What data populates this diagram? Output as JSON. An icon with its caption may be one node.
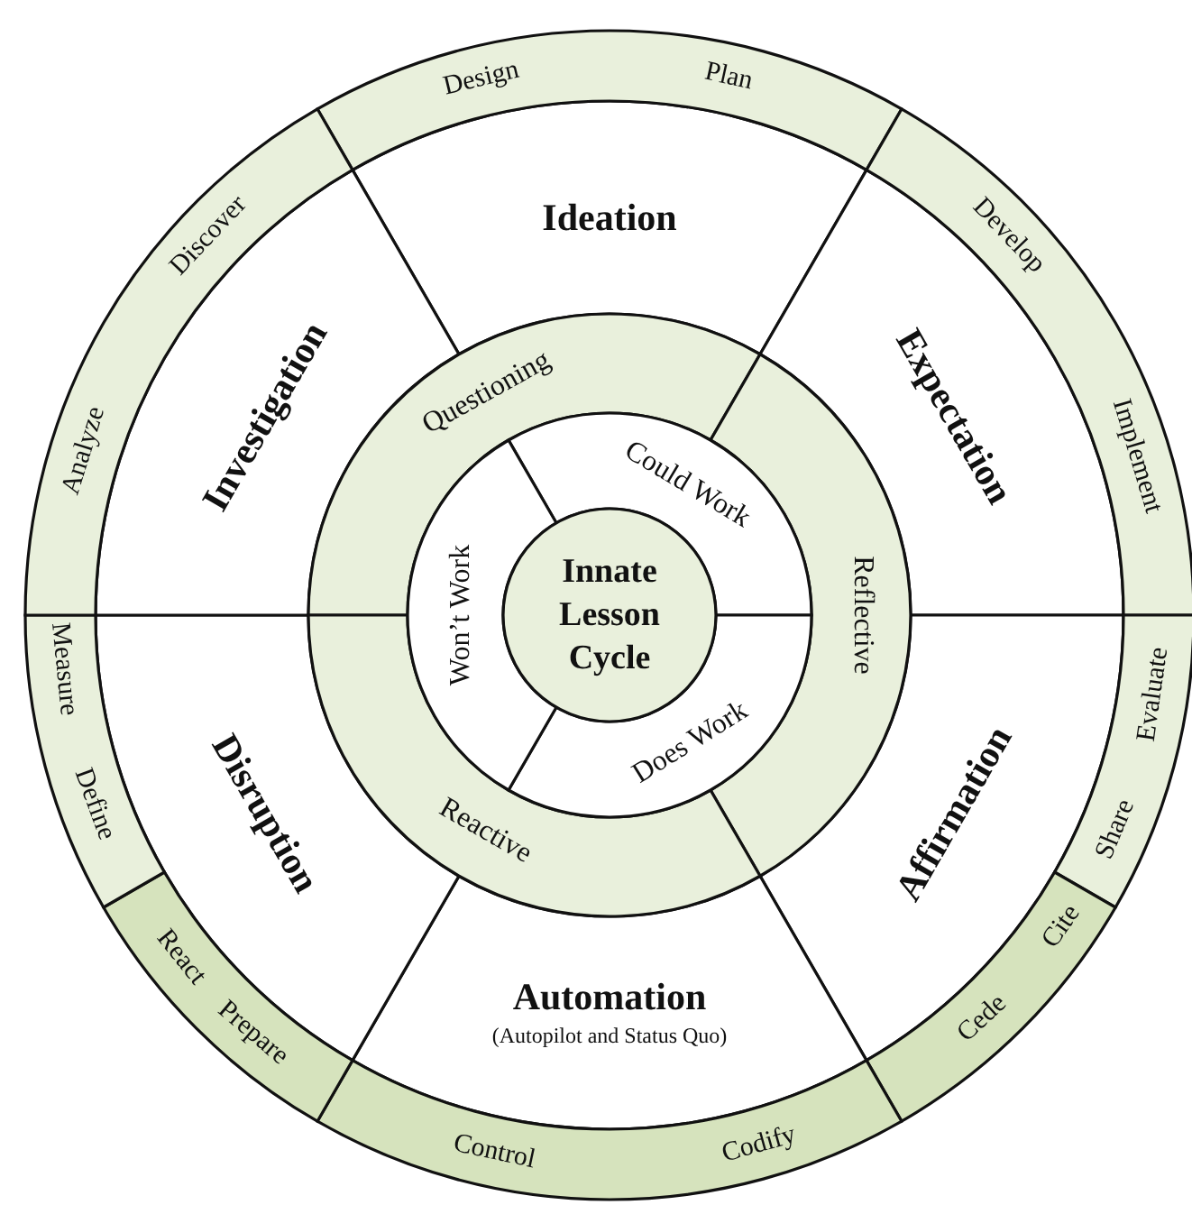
{
  "diagram": {
    "nodes": [
      {
        "text": [
          "Ideation"
        ]
      },
      {
        "text": [
          "Expectation"
        ]
      },
      {
        "text": [
          "Affirmation"
        ]
      },
      {
        "text": [
          "Automation",
          "(Autopilot and Status Quo)"
        ]
      },
      {
        "text": [
          "Disruption"
        ]
      },
      {
        "text": [
          "Investigation"
        ]
      },
      {
        "text": [
          "Design",
          "Plan"
        ]
      },
      {
        "text": [
          "Develop",
          "Implement"
        ]
      },
      {
        "text": [
          "Evaluate",
          "Share"
        ]
      },
      {
        "text": [
          "Cite",
          "Cede"
        ]
      },
      {
        "text": [
          "Control",
          "Codify"
        ]
      },
      {
        "text": [
          "React",
          "Prepare"
        ]
      },
      {
        "text": [
          "Measure",
          "Define"
        ]
      },
      {
        "text": [
          "Analyze",
          "Discover"
        ]
      },
      {
        "text": [
          "Questioning"
        ]
      },
      {
        "text": [
          "Reflective"
        ]
      },
      {
        "text": [
          "Reactive"
        ]
      },
      {
        "text": [
          "Could Work"
        ]
      },
      {
        "text": [
          "Does Work"
        ]
      },
      {
        "text": [
          "Won’t Work"
        ]
      },
      {
        "text": [
          "Innate Lesson Cycle"
        ]
      }
    ]
  }
}
